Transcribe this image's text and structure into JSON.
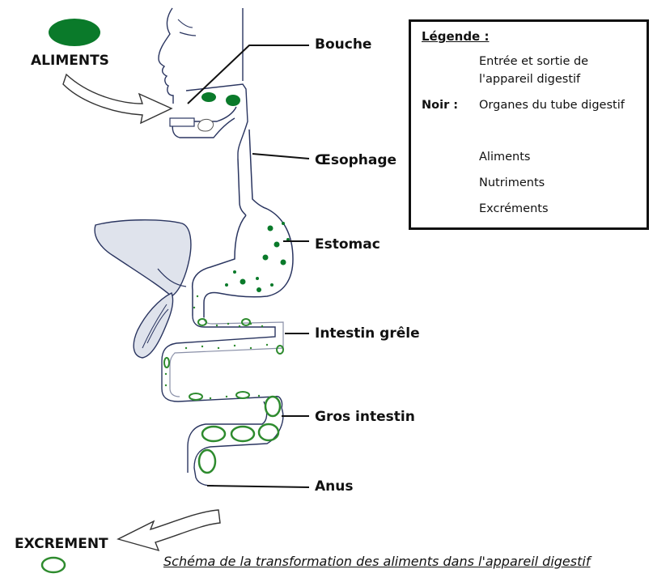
{
  "labels": {
    "aliments": "ALIMENTS",
    "excrement": "EXCREMENT",
    "bouche": "Bouche",
    "oesophage": "Œsophage",
    "estomac": "Estomac",
    "intestin_grele": "Intestin grêle",
    "gros_intestin": "Gros intestin",
    "anus": "Anus"
  },
  "legend": {
    "title": "Légende :",
    "arrow_text_1": "Entrée et sortie de",
    "arrow_text_2": "l'appareil digestif",
    "noir_key": "Noir :",
    "noir_text": "Organes du tube digestif",
    "aliments": "Aliments",
    "nutriments": "Nutriments",
    "excrements": "Excréments"
  },
  "caption": "Schéma de la transformation des aliments dans l'appareil digestif",
  "colors": {
    "green_fill": "#0a7a2a",
    "green_stroke": "#2e8b2e",
    "outline": "#2a3560",
    "organ_fill": "#dfe3ec",
    "text": "#111111"
  },
  "icons": [
    "arrow-in-icon",
    "arrow-out-icon",
    "aliment-ellipse-icon",
    "excrement-ellipse-icon",
    "nutriment-dots-icon",
    "head-profile-icon",
    "liver-icon",
    "pancreas-icon"
  ]
}
